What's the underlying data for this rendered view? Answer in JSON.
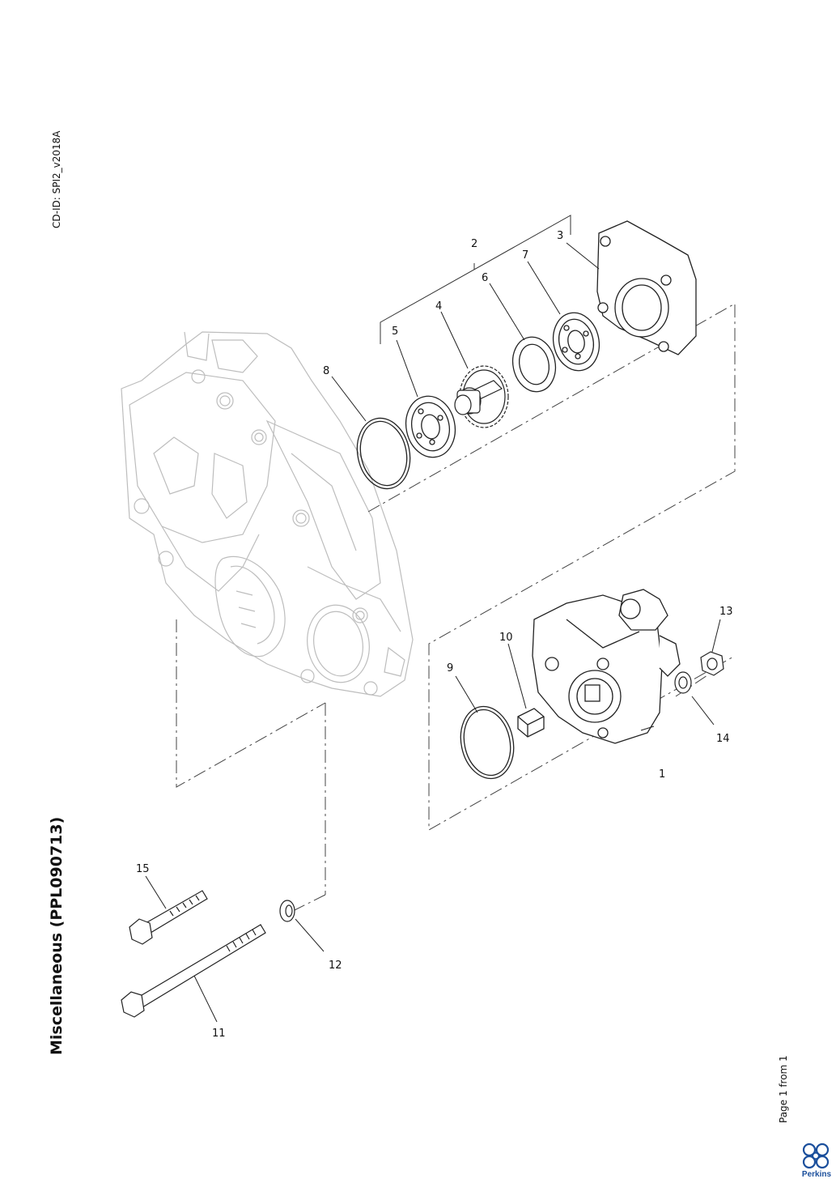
{
  "document": {
    "cd_id": "CD-ID: SPI2_v2018A",
    "title": "Miscellaneous (PPL090713)",
    "page_label": "Page 1 from 1",
    "brand": "Perkins"
  },
  "callouts": [
    "1",
    "2",
    "3",
    "4",
    "5",
    "6",
    "7",
    "8",
    "9",
    "10",
    "11",
    "12",
    "13",
    "14",
    "15"
  ],
  "colors": {
    "line": "#222222",
    "ghost": "#bdbdbd",
    "brand": "#1b4f9c"
  },
  "icons": {
    "logo": "perkins-logo-icon"
  }
}
